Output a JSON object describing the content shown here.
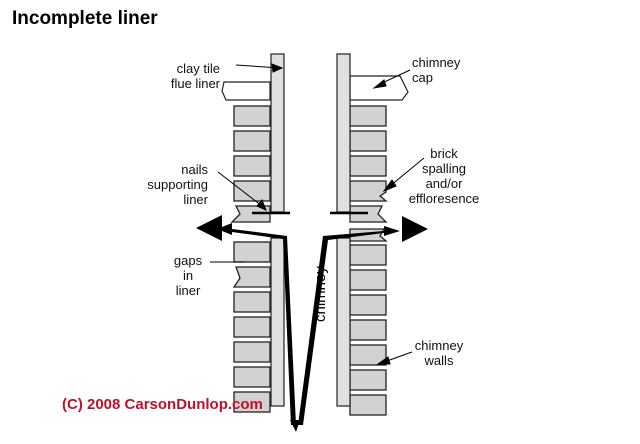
{
  "diagram": {
    "title": "Incomplete liner",
    "credit": "(C) 2008 CarsonDunlop.com",
    "flow_label": "chimney",
    "labels": {
      "clay_tile_flue_liner": "clay tile\nflue liner",
      "chimney_cap": "chimney\ncap",
      "nails_supporting_liner": "nails\nsupporting\nliner",
      "brick_spalling": "brick\nspalling\nand/or\neffloresence",
      "gaps_in_liner": "gaps\nin\nliner",
      "chimney_walls": "chimney\nwalls"
    },
    "colors": {
      "credit": "#c0102a",
      "brick": "#d2d2d2",
      "liner": "#e0e0e0",
      "outline": "#222222",
      "arrow": "#000000"
    }
  }
}
